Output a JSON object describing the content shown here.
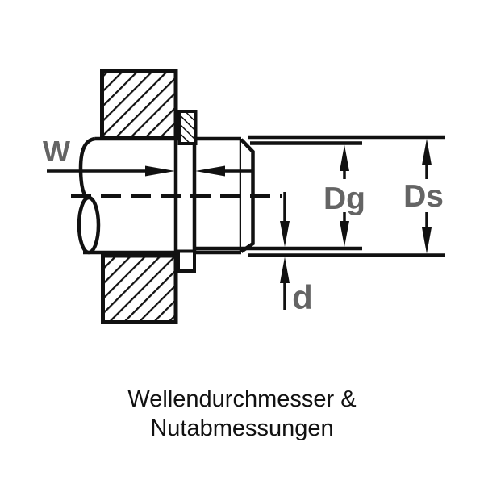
{
  "diagram": {
    "dimension_labels": {
      "groove_width": "W",
      "groove_diameter": "Dg",
      "shaft_diameter": "Ds",
      "groove_depth": "d"
    },
    "caption": {
      "line1": "Wellendurchmesser &",
      "line2": "Nutabmessungen"
    },
    "colors": {
      "line": "#111111",
      "dimension_label": "#646464",
      "caption_text": "#111111",
      "background": "#ffffff"
    }
  }
}
